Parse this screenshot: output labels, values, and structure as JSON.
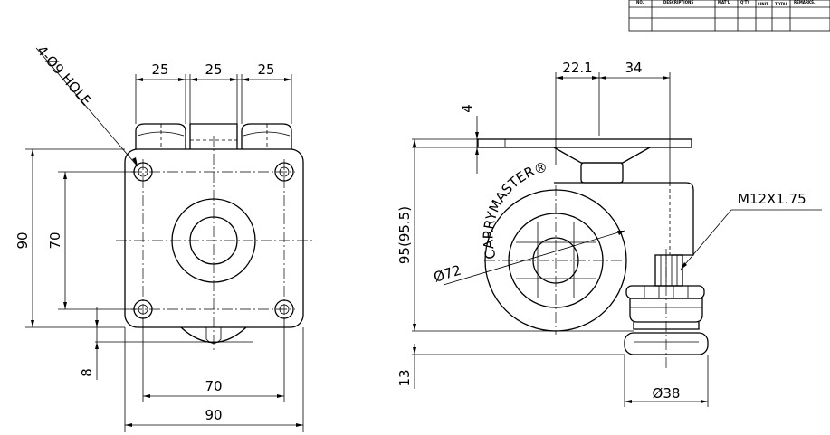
{
  "front": {
    "hole_callout": "4-Ø9 HOLE",
    "dim_top_a": "25",
    "dim_top_b": "25",
    "dim_top_c": "25",
    "dim_height_outer": "90",
    "dim_height_inner": "70",
    "dim_offset": "8",
    "dim_width_inner": "70",
    "dim_width_outer": "90"
  },
  "side": {
    "dim_top_left": "22.1",
    "dim_top_right": "34",
    "dim_plate": "4",
    "dim_height": "95(95.5)",
    "dim_wheel": "Ø72",
    "brand": "CARRYMASTER®",
    "dim_thread": "M12X1.75",
    "dim_pad": "Ø38",
    "dim_base": "13"
  },
  "title_block": {
    "headers": [
      "NO.",
      "DESCRIPTIONS",
      "MAT'L",
      "Q'TY",
      "UNIT",
      "TOTAL",
      "REMARKS."
    ]
  }
}
